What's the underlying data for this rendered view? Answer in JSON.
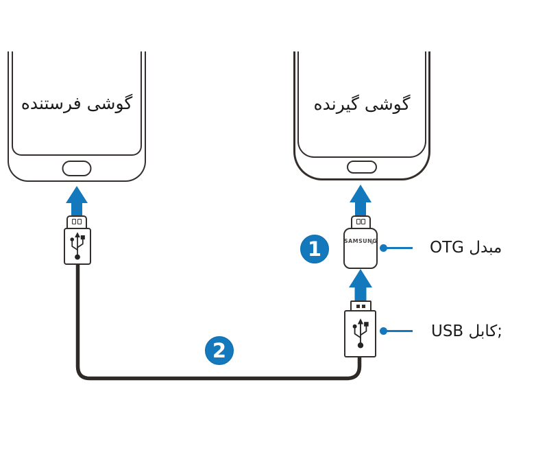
{
  "labels": {
    "sender_phone": "گوشی فرستنده",
    "receiver_phone": "گوشی گیرنده",
    "otg_adapter_callout": "مبدل OTG",
    "usb_cable_callout": ";کابل USB"
  },
  "step_badges": {
    "otg_adapter": "1",
    "usb_cable": "2"
  },
  "brand": {
    "otg_adapter": "SAMSUNG"
  },
  "icons": {
    "usb_symbol": "usb-trident-icon",
    "direction_arrows": "up-arrow-icon",
    "callout_marker": "callout-dot"
  },
  "colors": {
    "accent_blue": "#1478bc",
    "outline_dark": "#332e2c",
    "cable_dark": "#2e2a28",
    "text_dark": "#1a1a1a",
    "background": "#ffffff"
  }
}
